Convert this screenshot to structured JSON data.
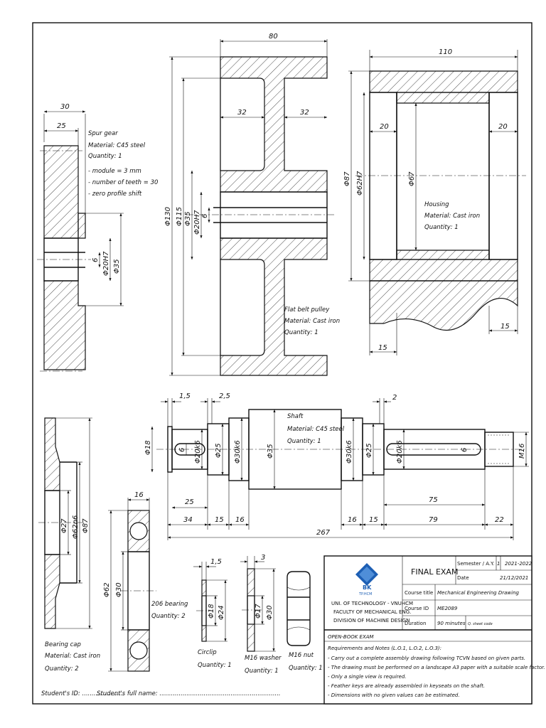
{
  "parts": {
    "gear": {
      "name": "Spur gear",
      "material": "Material: C45 steel",
      "quantity": "Quantity: 1",
      "notes": [
        "- module = 3 mm",
        "- number of teeth = 30",
        "- zero profile shift"
      ]
    },
    "pulley": {
      "name": "Flat belt pulley",
      "material": "Material: Cast iron",
      "quantity": "Quantity: 1"
    },
    "housing": {
      "name": "Housing",
      "material": "Material: Cast iron",
      "quantity": "Quantity: 1"
    },
    "shaft": {
      "name": "Shaft",
      "material": "Material: C45 steel",
      "quantity": "Quantity: 1"
    },
    "cap": {
      "name": "Bearing cap",
      "material": "Material: Cast iron",
      "quantity": "Quantity: 2"
    },
    "bearing": {
      "name": "206 bearing",
      "quantity": "Quantity: 2"
    },
    "circlip": {
      "name": "Circlip",
      "quantity": "Quantity: 1"
    },
    "washer": {
      "name": "M16 washer",
      "quantity": "Quantity: 1"
    },
    "nut": {
      "name": "M16 nut",
      "quantity": "Quantity: 1"
    }
  },
  "dims": {
    "gear": {
      "w30": "30",
      "w25": "25",
      "key6": "6",
      "d20": "Φ20H7",
      "d35": "Φ35"
    },
    "pulley": {
      "w80": "80",
      "w32a": "32",
      "w32b": "32",
      "d130": "Φ130",
      "d115": "Φ115",
      "d35": "Φ35",
      "d20": "Φ20H7",
      "key6": "6"
    },
    "housing": {
      "w110": "110",
      "w20a": "20",
      "w20b": "20",
      "d87": "Φ87",
      "d62": "Φ62H7",
      "d67": "Φ67",
      "w15a": "15",
      "w15b": "15"
    },
    "shaft": {
      "c15": "1,5",
      "c25": "2,5",
      "c2": "2",
      "d18": "Φ18",
      "k6a": "6",
      "d20a": "Φ20k6",
      "d25a": "Φ25",
      "d30a": "Φ30k6",
      "d35": "Φ35",
      "d30b": "Φ30k6",
      "d25b": "Φ25",
      "d20b": "Φ20k6",
      "k6b": "6",
      "m16": "M16",
      "l25": "25",
      "l75": "75",
      "l34": "34",
      "l15a": "15",
      "l16a": "16",
      "l16b": "16",
      "l15b": "15",
      "l79": "79",
      "l22": "22",
      "l267": "267"
    },
    "cap": {
      "d27": "Φ27",
      "d62": "Φ62n6",
      "d87": "Φ87"
    },
    "bearing": {
      "w16": "16",
      "d62": "Φ62",
      "d30": "Φ30"
    },
    "circlip": {
      "t": "1,5",
      "d18": "Φ18",
      "d24": "Φ24"
    },
    "washer": {
      "t": "3",
      "d17": "Φ17",
      "d30": "Φ30"
    }
  },
  "titleblock": {
    "logo": "BK",
    "logo_sub": "TP.HCM",
    "exam": "FINAL EXAM",
    "sem_label": "Semester / A.Y.",
    "sem_value": "1",
    "year_value": "2021-2022",
    "date_label": "Date",
    "date_value": "21/12/2021",
    "course_title_label": "Course title",
    "course_title_value": "Mechanical Engineering Drawing",
    "course_id_label": "Course ID",
    "course_id_value": "ME2089",
    "duration_label": "Duration",
    "duration_value": "90 minutes",
    "sheet_code": "Q. sheet code",
    "uni1": "UNI. OF TECHNOLOGY - VNUHCM",
    "uni2": "FACULTY OF MECHANICAL ENG.",
    "uni3": "DIVISION OF MACHINE DESIGN",
    "open": "OPEN-BOOK EXAM",
    "req_title": "Requirements and Notes (L.O.1, L.O.2, L.O.3):",
    "reqs": [
      "-   Carry out a complete assembly drawing following TCVN based on given parts.",
      "-   The drawing must be performed on a landscape A3 paper with a suitable scale factor.",
      "-   Only a single view is required.",
      "-   Feather keys are already assembled in keyseats on the shaft.",
      "-   Dimensions with no given values can be estimated."
    ]
  },
  "student": {
    "id_label": "Student's ID: ......................",
    "name_label": "Student's full name: ..............................................................."
  }
}
